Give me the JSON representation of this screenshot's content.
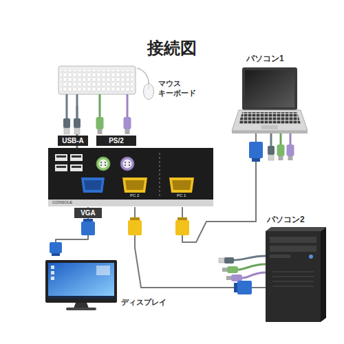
{
  "diagram": {
    "title": "接続図",
    "nodes": [
      {
        "text": [
          "マウス キーボード"
        ]
      },
      {
        "text": [
          "CONSOLE",
          "PC 2",
          "PC 1"
        ]
      },
      {
        "text": [
          "パソコン1"
        ]
      },
      {
        "text": [
          "パソコン2"
        ]
      },
      {
        "text": [
          "ディスプレイ"
        ]
      }
    ],
    "edges": [
      {
        "from": 0,
        "to": 1,
        "arrow": "none"
      },
      {
        "from": 2,
        "to": 1,
        "arrow": "none"
      },
      {
        "from": 3,
        "to": 1,
        "arrow": "none"
      },
      {
        "from": 4,
        "to": 1,
        "arrow": "none"
      }
    ],
    "labels": [
      "USB-A",
      "PS/2",
      "VGA"
    ]
  }
}
